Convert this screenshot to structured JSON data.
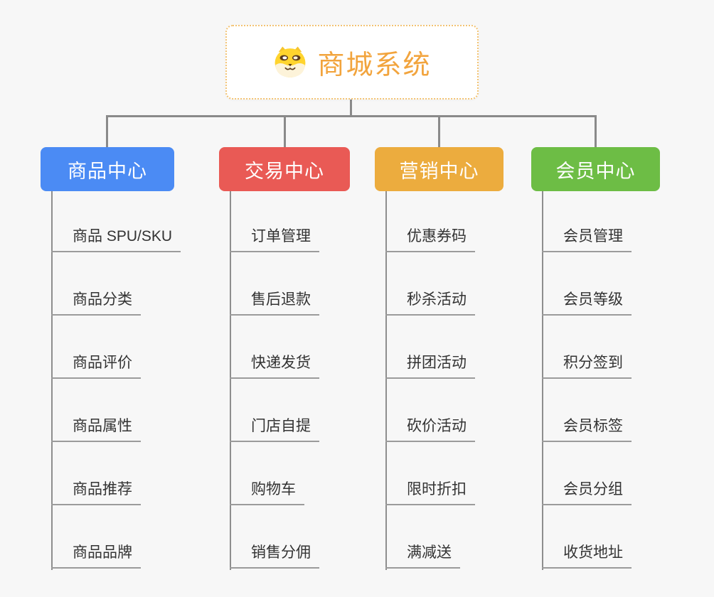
{
  "root": {
    "label": "商城系统",
    "icon": "shiba-dog-icon",
    "text_color": "#f2a43d",
    "border_color": "#f3c373",
    "background": "#ffffff"
  },
  "branches": [
    {
      "label": "商品中心",
      "color": "#4b8bf4",
      "items": [
        "商品 SPU/SKU",
        "商品分类",
        "商品评价",
        "商品属性",
        "商品推荐",
        "商品品牌"
      ]
    },
    {
      "label": "交易中心",
      "color": "#e95a55",
      "items": [
        "订单管理",
        "售后退款",
        "快递发货",
        "门店自提",
        "购物车",
        "销售分佣"
      ]
    },
    {
      "label": "营销中心",
      "color": "#ecac3e",
      "items": [
        "优惠券码",
        "秒杀活动",
        "拼团活动",
        "砍价活动",
        "限时折扣",
        "满减送"
      ]
    },
    {
      "label": "会员中心",
      "color": "#6dbd45",
      "items": [
        "会员管理",
        "会员等级",
        "积分签到",
        "会员标签",
        "会员分组",
        "收货地址"
      ]
    }
  ]
}
